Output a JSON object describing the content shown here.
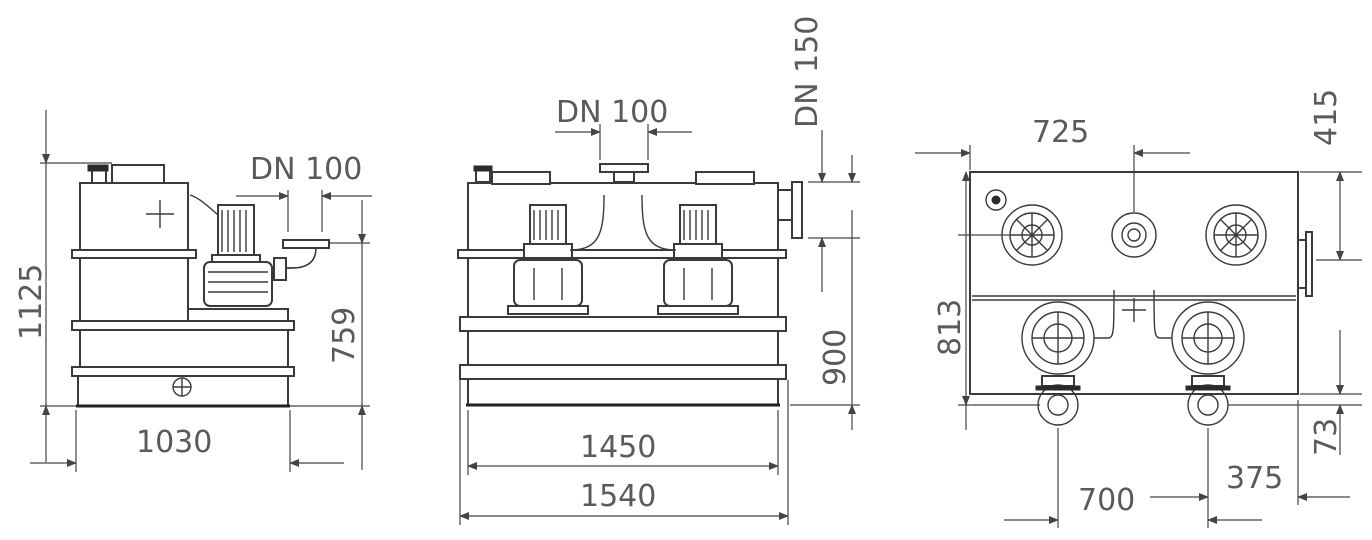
{
  "side_view": {
    "dn_label": "DN 100",
    "width": "1030",
    "height_total": "1125",
    "height_inlet": "759"
  },
  "front_view": {
    "dn_label_top": "DN 100",
    "dn_label_side": "DN 150",
    "width_inner": "1450",
    "width_outer": "1540",
    "height": "900"
  },
  "top_view": {
    "width_top": "725",
    "height_right": "415",
    "depth": "813",
    "offset_bottom": "73",
    "spacing_pumps": "700",
    "offset_right": "375"
  },
  "colors": {
    "line": "#3a3a3a",
    "text": "#5a5a5a"
  }
}
